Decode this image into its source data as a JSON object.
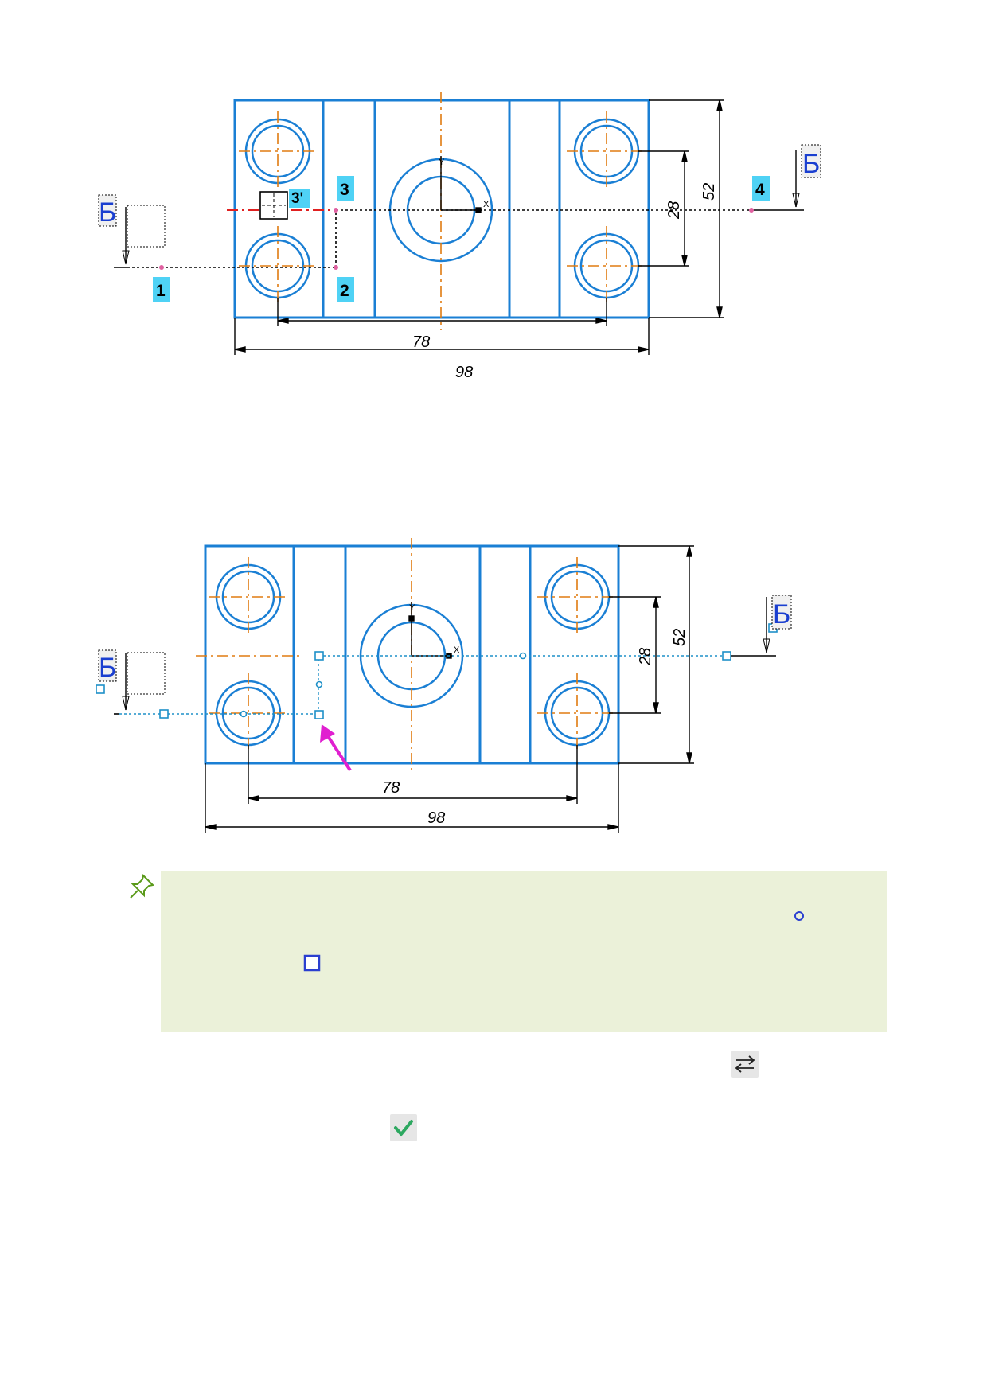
{
  "labels": {
    "point_1": "1",
    "point_2": "2",
    "point_3": "3",
    "point_3_prime": "3'",
    "point_4": "4",
    "section_letter": "Б"
  },
  "dimensions": {
    "d78": "78",
    "d98": "98",
    "d28": "28",
    "d52": "52"
  },
  "axis_labels": {
    "x": "X",
    "y": "Y"
  },
  "icons": {
    "note": "pushpin-icon",
    "circle_marker": "circle-handle-icon",
    "square_marker": "square-handle-icon",
    "swap": "swap-arrows-icon",
    "confirm": "checkmark-icon"
  },
  "colors": {
    "outline": "#1a7fd4",
    "center_line": "#e07b10",
    "label_bg": "#4fd2f5",
    "section_letter": "#1a3fd0",
    "pointer": "#e020d0",
    "handle": "#1e90c8",
    "note_bg": "#ebf1d9",
    "checkmark": "#2da860"
  }
}
